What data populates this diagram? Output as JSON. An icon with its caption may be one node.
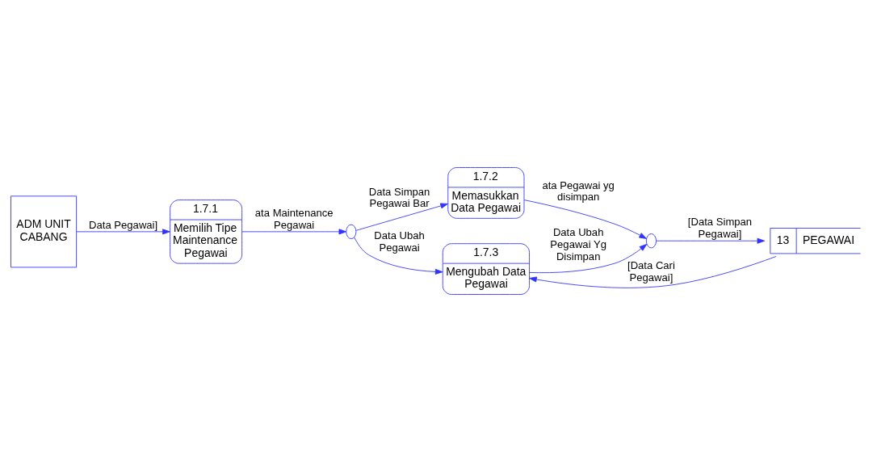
{
  "diagram": {
    "nodes": [
      {
        "text": [
          "ADM UNIT CABANG"
        ]
      },
      {
        "text": [
          "1.7.1",
          "Memilih Tipe Maintenance Pegawai"
        ]
      },
      {
        "text": [],
        "shape": "circle"
      },
      {
        "text": [
          "1.7.2",
          "Memasukkan Data Pegawai"
        ]
      },
      {
        "text": [
          "1.7.3",
          "Mengubah Data Pegawai"
        ]
      },
      {
        "text": [],
        "shape": "circle"
      },
      {
        "text": [
          "13",
          "PEGAWAI"
        ]
      }
    ],
    "edges": [
      {
        "from": 0,
        "to": 1,
        "arrow": "to",
        "label": "Data Pegawai]"
      },
      {
        "from": 1,
        "to": 2,
        "arrow": "to",
        "label": "ata Maintenance Pegawai"
      },
      {
        "from": 2,
        "to": 3,
        "arrow": "to",
        "label": "Data Simpan Pegawai Bar"
      },
      {
        "from": 2,
        "to": 4,
        "arrow": "to",
        "label": "Data Ubah Pegawai"
      },
      {
        "from": 3,
        "to": 5,
        "arrow": "to",
        "label": "ata Pegawai yg disimpan"
      },
      {
        "from": 4,
        "to": 5,
        "arrow": "to",
        "label": "Data Ubah Pegawai Yg Disimpan"
      },
      {
        "from": 5,
        "to": 6,
        "arrow": "to",
        "label": "[Data Simpan Pegawai]"
      },
      {
        "from": 6,
        "to": 4,
        "arrow": "to",
        "label": "[Data Cari Pegawai]"
      }
    ]
  }
}
